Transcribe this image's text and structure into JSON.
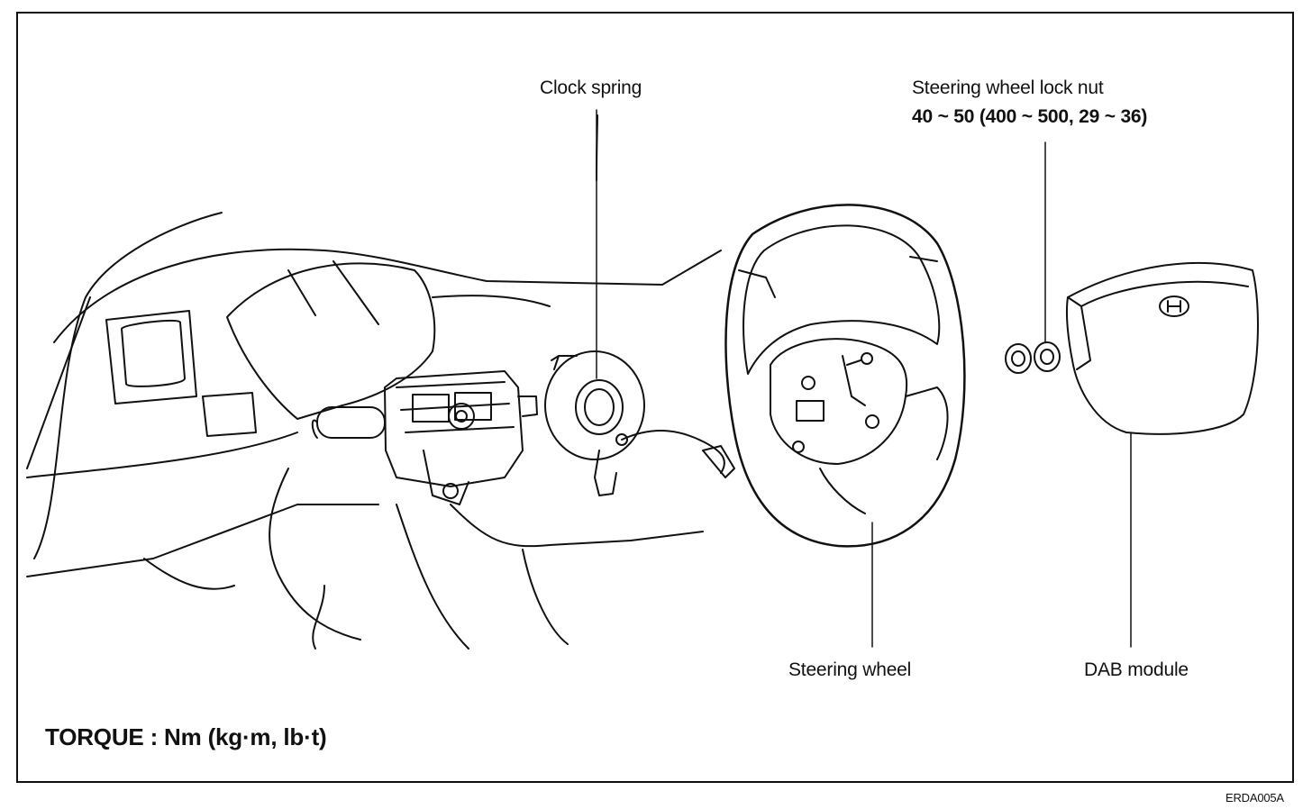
{
  "labels": {
    "clock_spring": "Clock spring",
    "lock_nut": "Steering wheel lock nut",
    "lock_nut_torque": "40 ~ 50 (400 ~ 500, 29 ~ 36)",
    "steering_wheel": "Steering wheel",
    "dab_module": "DAB module",
    "torque_units": "TORQUE : Nm (kg·m, lb·t)",
    "figure_code": "ERDA005A"
  }
}
